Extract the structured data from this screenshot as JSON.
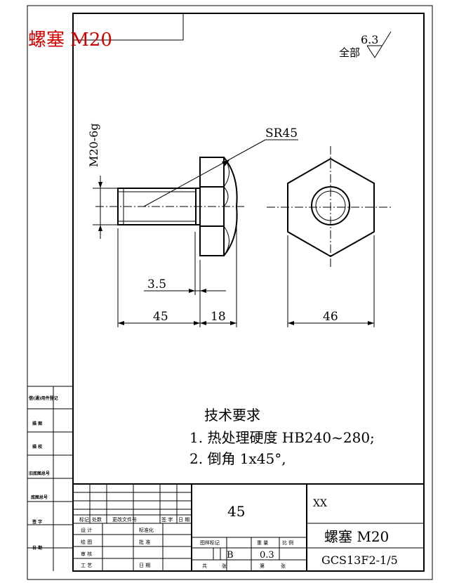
{
  "title_red": "螺塞 M20",
  "roughness": {
    "value": "6.3",
    "label": "全部"
  },
  "dims": {
    "thread": "M20-6g",
    "radius": "SR45",
    "shank": "45",
    "head": "18",
    "offset": "3.5",
    "hex": "46"
  },
  "tech": {
    "heading": "技术要求",
    "items": [
      "1. 热处理硬度 HB240~280;",
      "2. 倒角 1x45°,"
    ]
  },
  "left_column": [
    "借(通)用件登记",
    "描 图",
    "描 校",
    "旧底图总号",
    "底图总号",
    "签 字",
    "日 期"
  ],
  "title_block": {
    "material": "45",
    "company": "XX",
    "part_name": "螺塞 M20",
    "drawing_no": "GCS13F2-1/5",
    "stage": "B",
    "weight": "0.3",
    "row_headers": [
      "标记",
      "处数",
      "更改文件号",
      "签 字",
      "日 期"
    ],
    "roles": [
      "设 计",
      "标准化",
      "绘 图",
      "批 准",
      "审 核",
      "工 艺",
      "日 期"
    ],
    "stage_headers": [
      "图样标记",
      "重 量",
      "比 例"
    ],
    "sheet_labels": [
      "共",
      "张",
      "第",
      "张"
    ]
  }
}
